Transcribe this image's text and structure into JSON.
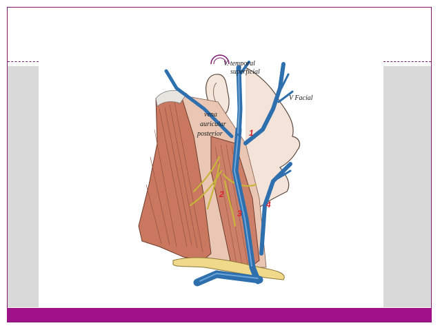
{
  "colors": {
    "accent": "#a0128a",
    "frame": "#7f1671",
    "band": "#d9d9d9",
    "vein": "#2e6fae",
    "muscle": "#c9785f",
    "nerve": "#c7b53a",
    "label_number": "#d8222b"
  },
  "decoration": {
    "icon": "arc-ornament-icon"
  },
  "diagram": {
    "labels": {
      "temporal_line1": "V. temporal",
      "temporal_line2": "superficial",
      "facial": "V Facial",
      "auricular_line1": "vena",
      "auricular_line2": "auricular",
      "auricular_line3": "posterior"
    },
    "numbers": [
      "1",
      "2",
      "3",
      "4"
    ]
  }
}
